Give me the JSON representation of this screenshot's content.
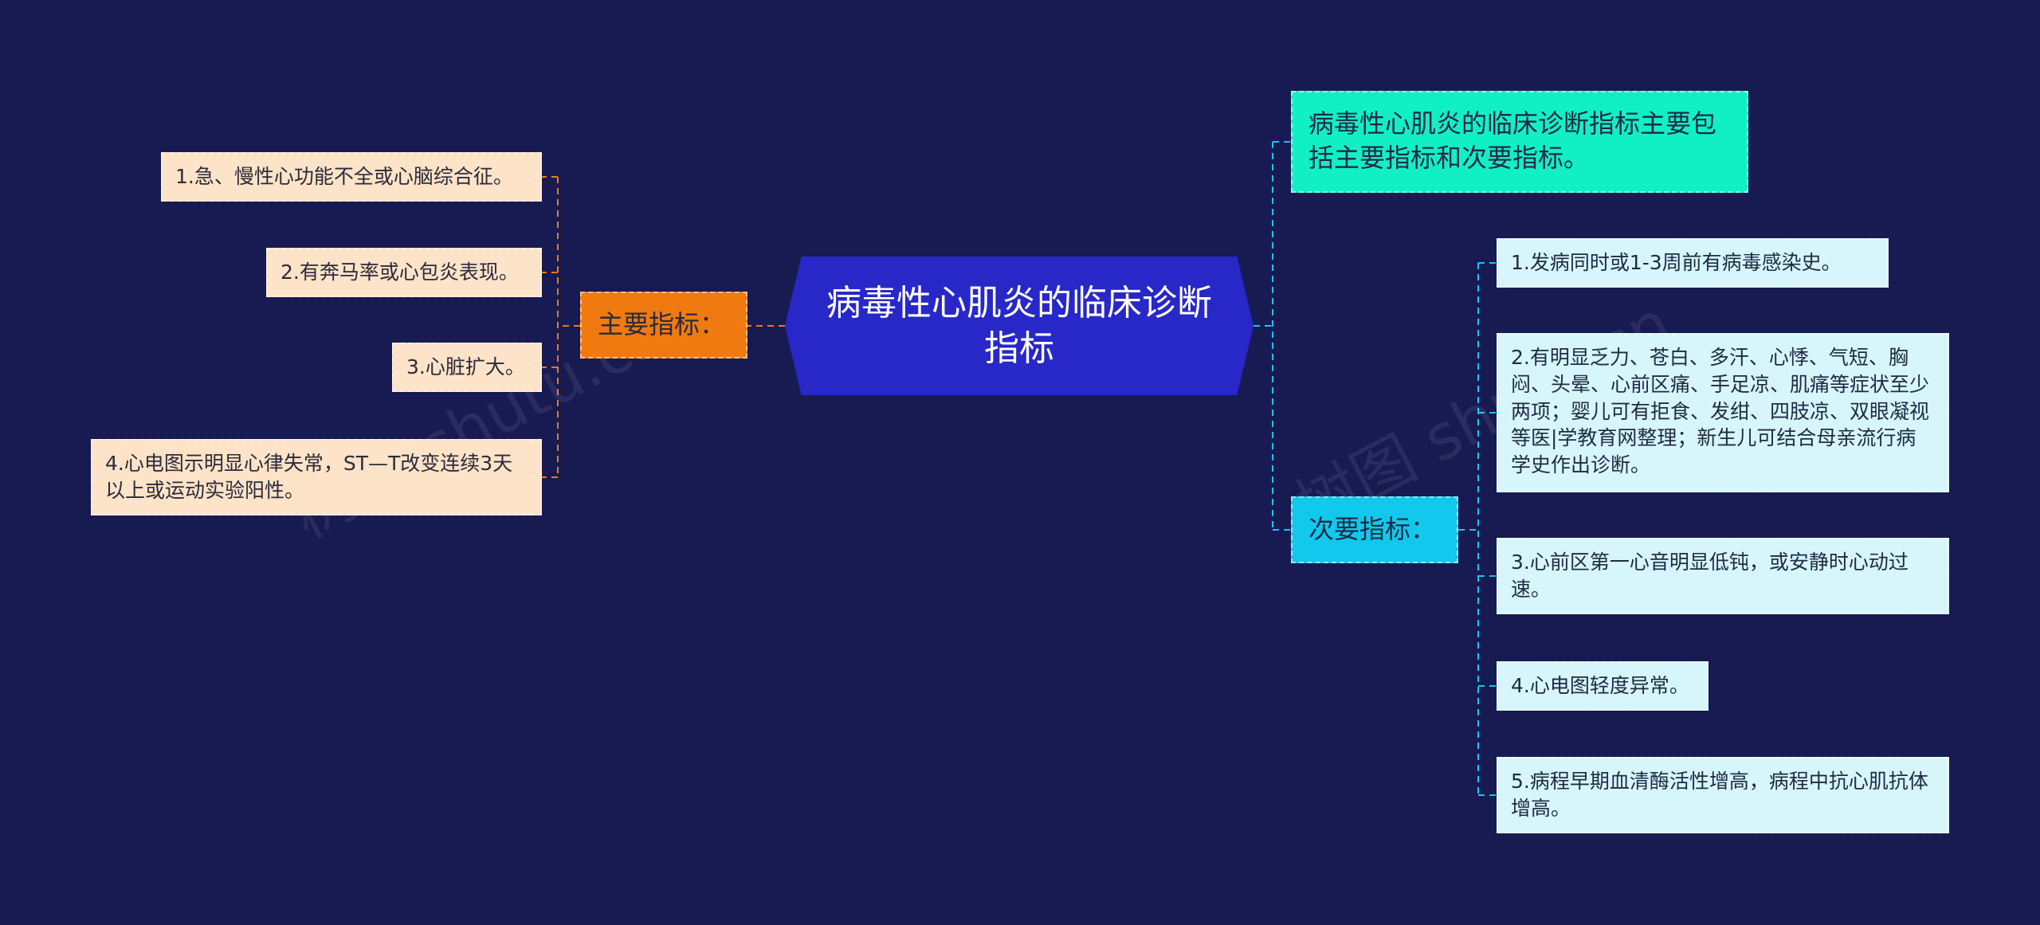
{
  "root": {
    "title": "病毒性心肌炎的临床诊断指标"
  },
  "summary": {
    "text": "病毒性心肌炎的临床诊断指标主要包括主要指标和次要指标。"
  },
  "main_criteria": {
    "label": "主要指标：",
    "items": [
      "1.急、慢性心功能不全或心脑综合征。",
      "2.有奔马率或心包炎表现。",
      "3.心脏扩大。",
      "4.心电图示明显心律失常，ST—T改变连续3天以上或运动实验阳性。"
    ]
  },
  "minor_criteria": {
    "label": "次要指标：",
    "items": [
      "1.发病同时或1-3周前有病毒感染史。",
      "2.有明显乏力、苍白、多汗、心悸、气短、胸闷、头晕、心前区痛、手足凉、肌痛等症状至少两项；婴儿可有拒食、发绀、四肢凉、双眼凝视等医|学教育网整理；新生儿可结合母亲流行病学史作出诊断。",
      "3.心前区第一心音明显低钝，或安静时心动过速。",
      "4.心电图轻度异常。",
      "5.病程早期血清酶活性增高，病程中抗心肌抗体增高。"
    ]
  },
  "watermark": {
    "text": "树图 shutu.cn"
  },
  "colors": {
    "background": "#181a52",
    "root": "#2828c8",
    "main_branch": "#f07a10",
    "minor_branch": "#12c8ec",
    "summary": "#11f0c4",
    "main_leaf": "#fde3c8",
    "minor_leaf": "#d6f6fc",
    "main_line": "#f07a10",
    "minor_line": "#12c8ec"
  }
}
